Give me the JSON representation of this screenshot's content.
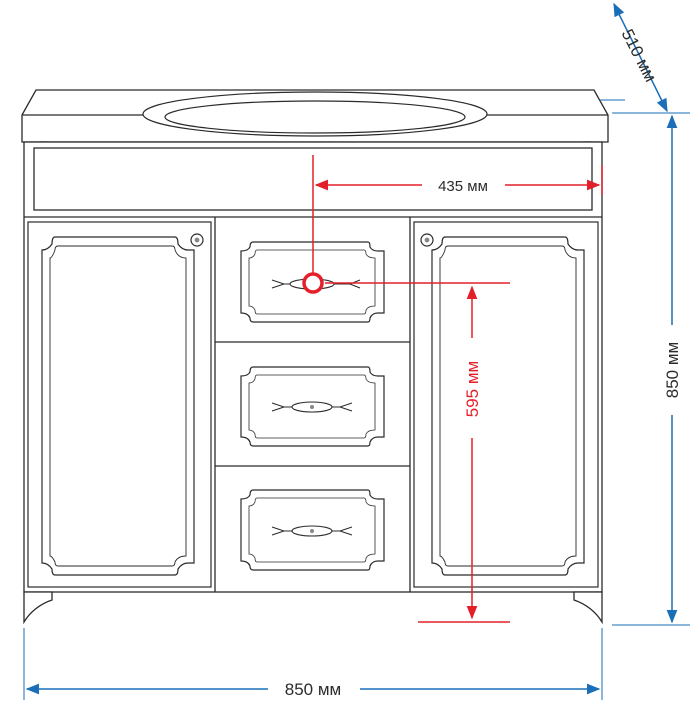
{
  "dimensions": {
    "width_label": "850 мм",
    "height_label": "850 мм",
    "depth_label": "510 мм",
    "sink_offset_label": "435 мм",
    "drain_height_label": "595 мм"
  },
  "colors": {
    "outline": "#2b2b2b",
    "dimension_blue": "#1a6fb8",
    "marker_red": "#e3202a",
    "background": "#ffffff"
  }
}
